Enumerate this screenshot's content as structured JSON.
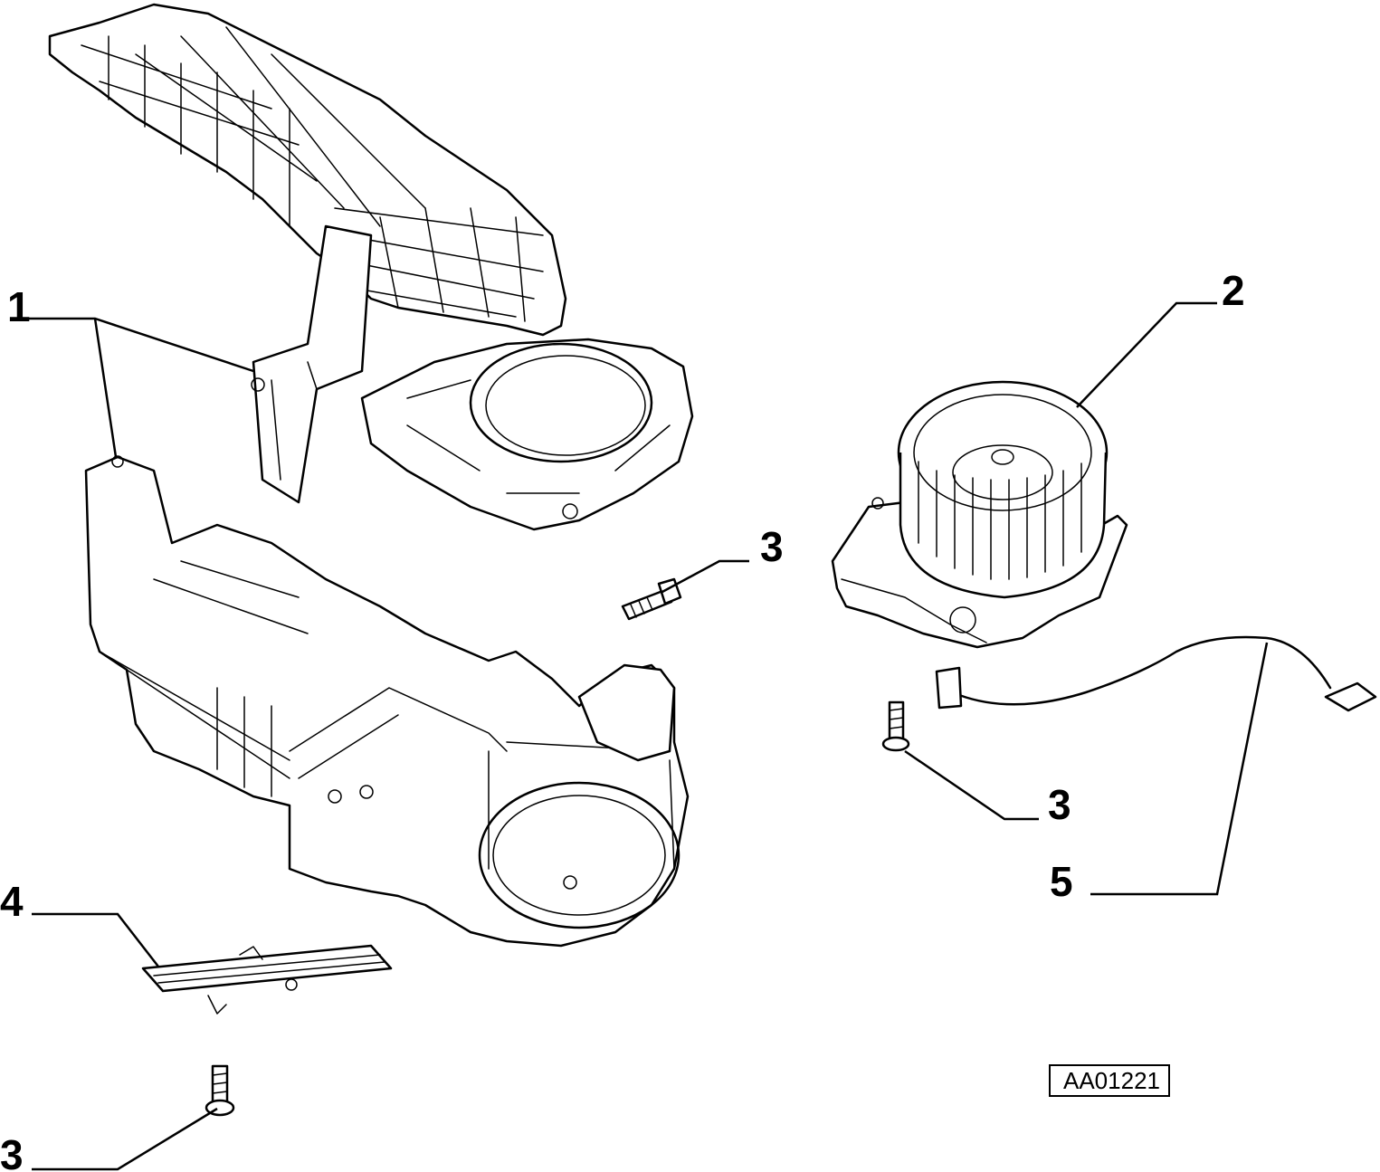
{
  "callouts": [
    {
      "id": "c1",
      "label": "1"
    },
    {
      "id": "c2",
      "label": "2"
    },
    {
      "id": "c3a",
      "label": "3"
    },
    {
      "id": "c3b",
      "label": "3"
    },
    {
      "id": "c3c",
      "label": "3"
    },
    {
      "id": "c4",
      "label": "4"
    },
    {
      "id": "c5",
      "label": "5"
    }
  ],
  "reference_code": "AA01221",
  "colors": {
    "line": "#000000",
    "background": "#ffffff"
  }
}
